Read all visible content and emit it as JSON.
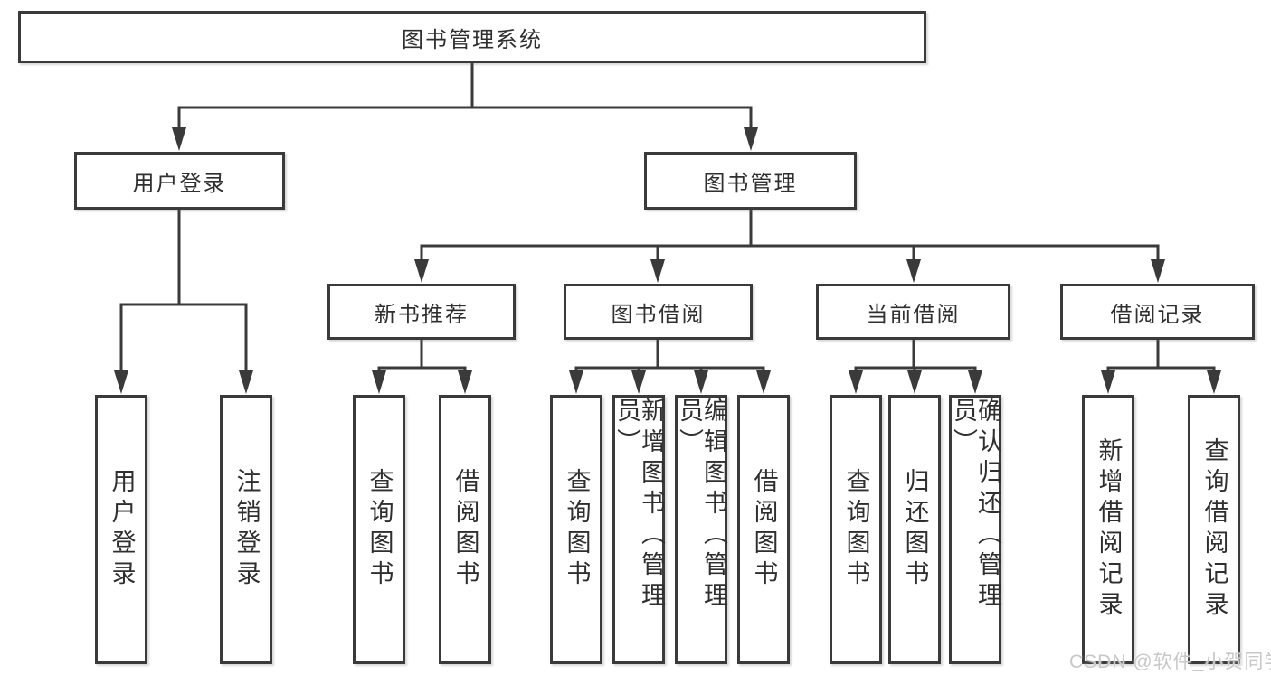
{
  "diagram": {
    "root": {
      "label": "图书管理系统"
    },
    "branches": [
      {
        "label": "用户登录",
        "children": [
          {
            "label": "用户登录"
          },
          {
            "label": "注销登录"
          }
        ]
      },
      {
        "label": "图书管理",
        "children": [
          {
            "label": "新书推荐",
            "children": [
              {
                "label": "查询图书"
              },
              {
                "label": "借阅图书"
              }
            ]
          },
          {
            "label": "图书借阅",
            "children": [
              {
                "label": "查询图书"
              },
              {
                "label": "新增图书（管理员）"
              },
              {
                "label": "编辑图书（管理员）"
              },
              {
                "label": "借阅图书"
              }
            ]
          },
          {
            "label": "当前借阅",
            "children": [
              {
                "label": "查询图书"
              },
              {
                "label": "归还图书"
              },
              {
                "label": "确认归还（管理员）"
              }
            ]
          },
          {
            "label": "借阅记录",
            "children": [
              {
                "label": "新增借阅记录"
              },
              {
                "label": "查询借阅记录"
              }
            ]
          }
        ]
      }
    ],
    "watermark": "CSDN @软件_小贺同学",
    "colors": {
      "line": "#3a3a3a",
      "text": "#2f2f2f",
      "watermark": "#c8c8c8",
      "background": "#ffffff"
    }
  }
}
